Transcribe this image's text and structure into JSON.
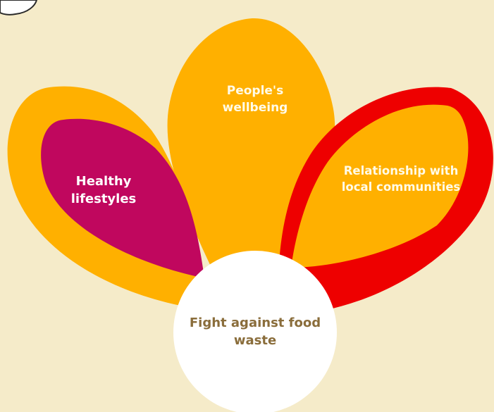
{
  "diagram": {
    "center": {
      "label": "Fight against food waste",
      "fill": "#ffffff",
      "text_color": "#8a6d3b"
    },
    "petals": [
      {
        "id": "wellbeing",
        "label": "People's wellbeing",
        "fill": "#ffb000"
      },
      {
        "id": "healthy",
        "label": "Healthy lifestyles",
        "fill": "#c0075e",
        "border": "#ffb000"
      },
      {
        "id": "relationship",
        "label": "Relationship with local communities",
        "fill": "#ffb000",
        "border": "#ee0000"
      }
    ]
  },
  "colors": {
    "background": "#f5ebc9",
    "accent_orange": "#ffb000",
    "accent_magenta": "#c0075e",
    "accent_red": "#ee0000"
  }
}
